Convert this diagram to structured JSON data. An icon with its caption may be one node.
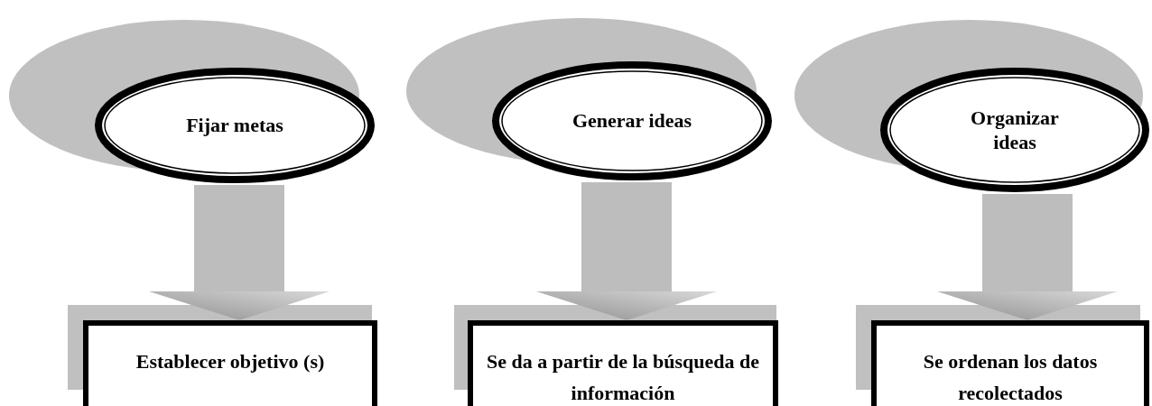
{
  "diagram": {
    "nodes": [
      {
        "text": [
          "Fijar metas"
        ]
      },
      {
        "text": [
          "Generar ideas"
        ]
      },
      {
        "text": [
          "Organizar ideas"
        ]
      },
      {
        "text": [
          "Establecer objetivo (s)"
        ]
      },
      {
        "text": [
          "Se da a partir de la búsqueda de información"
        ]
      },
      {
        "text": [
          "Se ordenan los datos recolectados"
        ]
      }
    ],
    "edges": [
      {
        "from": 0,
        "to": 3,
        "arrow": "to"
      },
      {
        "from": 1,
        "to": 4,
        "arrow": "to"
      },
      {
        "from": 2,
        "to": 5,
        "arrow": "to"
      }
    ]
  }
}
